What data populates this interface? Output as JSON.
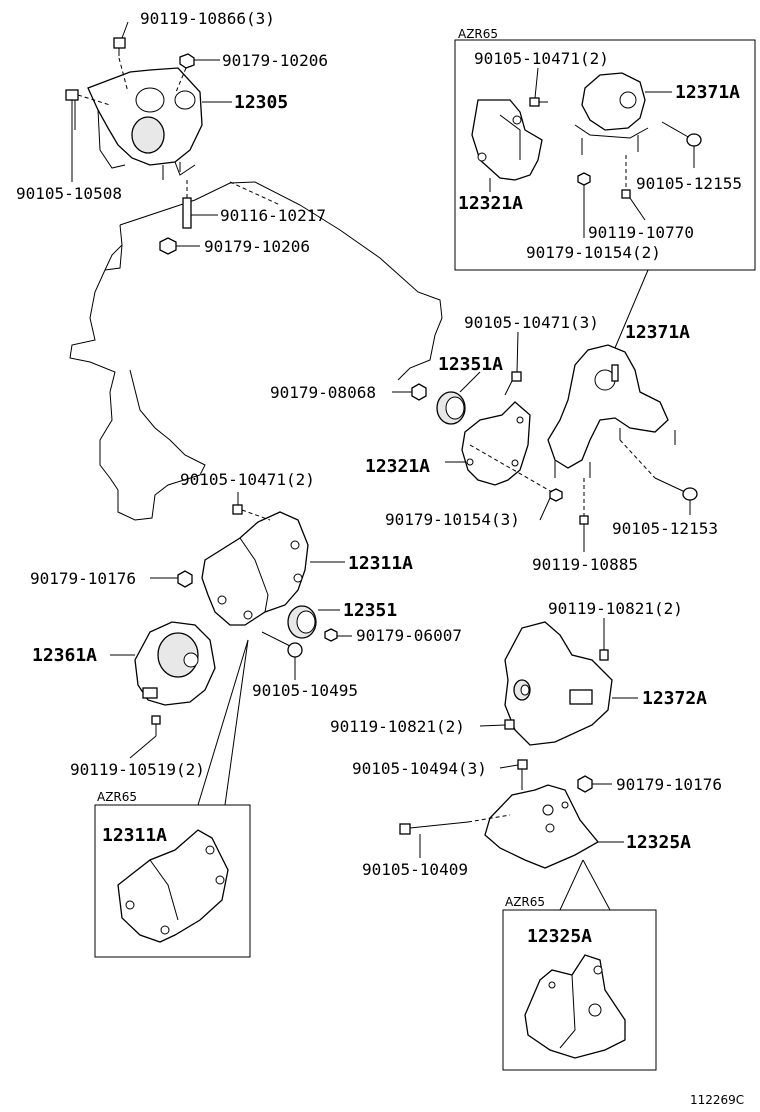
{
  "diagram": {
    "figure_code": "112269C",
    "inset_labels": {
      "top_right": "AZR65",
      "bottom_left": "AZR65",
      "bottom_right": "AZR65"
    },
    "callouts": {
      "p90119_10866": "90119-10866(3)",
      "p90179_10206_top": "90179-10206",
      "p12305": "12305",
      "p90105_10508": "90105-10508",
      "p90116_10217": "90116-10217",
      "p90179_10206_mid": "90179-10206",
      "i_90105_10471": "90105-10471(2)",
      "i_12371A": "12371A",
      "i_12321A": "12321A",
      "i_90105_12155": "90105-12155",
      "i_90119_10770": "90119-10770",
      "i_90179_10154": "90179-10154(2)",
      "p90105_10471_3": "90105-10471(3)",
      "p12371A": "12371A",
      "p12351A": "12351A",
      "p90179_08068": "90179-08068",
      "p12321A": "12321A",
      "p90179_10154_3": "90179-10154(3)",
      "p90105_12153": "90105-12153",
      "p90119_10885": "90119-10885",
      "p90105_10471_2": "90105-10471(2)",
      "p12311A": "12311A",
      "p90179_10176_left": "90179-10176",
      "p12351": "12351",
      "p90179_06007": "90179-06007",
      "p12361A": "12361A",
      "p90105_10495": "90105-10495",
      "p90119_10519": "90119-10519(2)",
      "p90119_10821_top": "90119-10821(2)",
      "p12372A": "12372A",
      "p90119_10821_left": "90119-10821(2)",
      "p90105_10494": "90105-10494(3)",
      "p90179_10176_right": "90179-10176",
      "p12325A": "12325A",
      "p90105_10409": "90105-10409",
      "b_12311A": "12311A",
      "br_12325A": "12325A"
    }
  }
}
